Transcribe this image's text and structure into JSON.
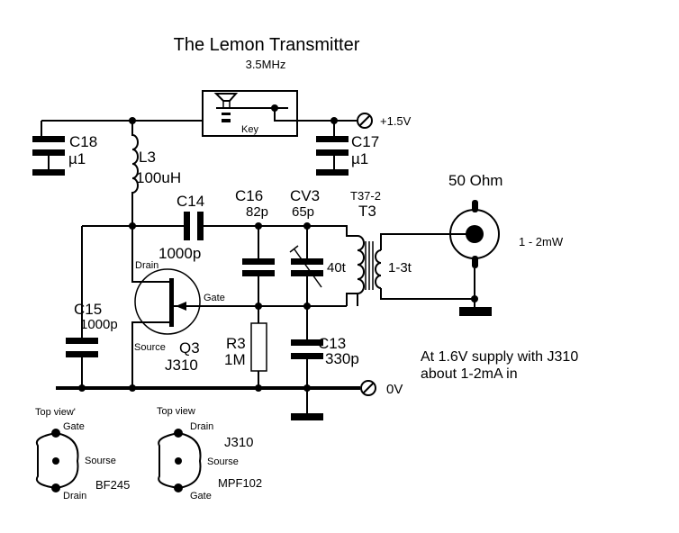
{
  "title": "The Lemon Transmitter",
  "subtitle": "3.5MHz",
  "key": {
    "label": "Key"
  },
  "supply": {
    "positive": "+1.5V",
    "ground": "0V"
  },
  "components": {
    "C18": {
      "ref": "C18",
      "value": "µ1"
    },
    "C17": {
      "ref": "C17",
      "value": "µ1"
    },
    "L3": {
      "ref": "L3",
      "value": "100uH"
    },
    "C14": {
      "ref": "C14",
      "value": "1000p"
    },
    "C16": {
      "ref": "C16",
      "value": "82p"
    },
    "CV3": {
      "ref": "CV3",
      "value": "65p"
    },
    "C15": {
      "ref": "C15",
      "value": "1000p"
    },
    "C13": {
      "ref": "C13",
      "value": "330p"
    },
    "R3": {
      "ref": "R3",
      "value": "1M"
    },
    "Q3": {
      "ref": "Q3",
      "value": "J310",
      "drain": "Drain",
      "gate": "Gate",
      "source": "Source"
    },
    "T3": {
      "core": "T37-2",
      "ref": "T3",
      "primary": "40t",
      "secondary": "1-3t"
    }
  },
  "output": {
    "impedance": "50 Ohm",
    "power": "1 - 2mW"
  },
  "note": {
    "line1": "At 1.6V supply with J310",
    "line2": "about 1-2mA in"
  },
  "pinouts": [
    {
      "heading": "Top view'",
      "top": "Gate",
      "side": "Sourse",
      "bottom": "Drain",
      "parts": [
        "BF245"
      ]
    },
    {
      "heading": "Top view",
      "top": "Drain",
      "side": "Sourse",
      "bottom": "Gate",
      "parts": [
        "J310",
        "MPF102"
      ]
    }
  ]
}
